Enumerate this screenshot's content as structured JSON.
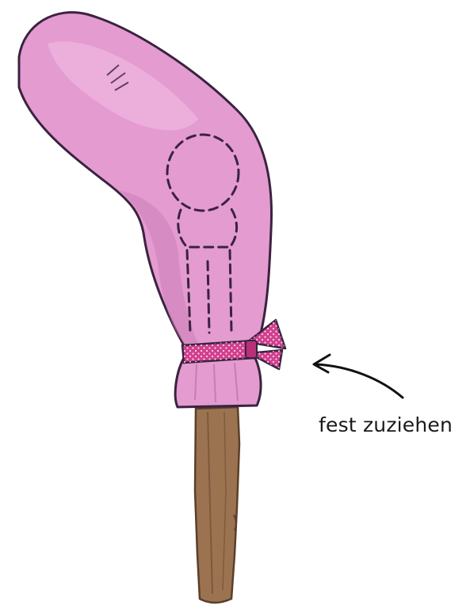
{
  "caption": "fest zuziehen",
  "colors": {
    "fabric": "#e49bd0",
    "fabric_light": "#efb6df",
    "fabric_shadow": "#c97cb6",
    "outline": "#3a2340",
    "stick": "#9c7350",
    "stick_dark": "#6e4f36",
    "ribbon": "#d23f8e",
    "ribbon_dots": "#ffffff",
    "arrow": "#111111"
  },
  "icons": {
    "puppet": "wrapped-stick-puppet",
    "arrow": "curved-arrow-left"
  }
}
